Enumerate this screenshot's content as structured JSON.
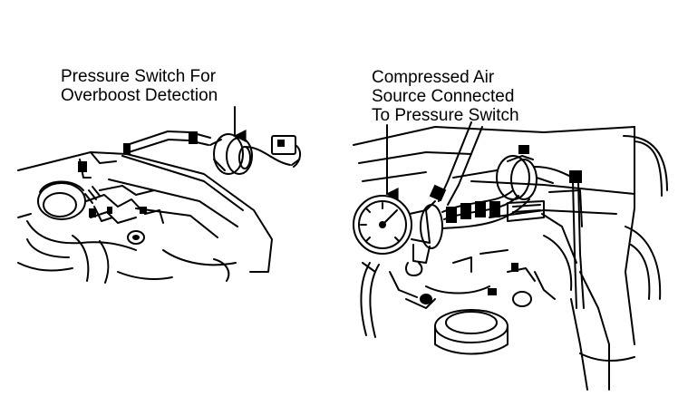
{
  "left_callout": {
    "lines": [
      "Pressure Switch For",
      "Overboost Detection"
    ]
  },
  "right_callout": {
    "lines": [
      "Compressed Air",
      "Source Connected",
      "To Pressure Switch"
    ]
  },
  "colors": {
    "ink": "#000000",
    "paper": "#ffffff"
  }
}
